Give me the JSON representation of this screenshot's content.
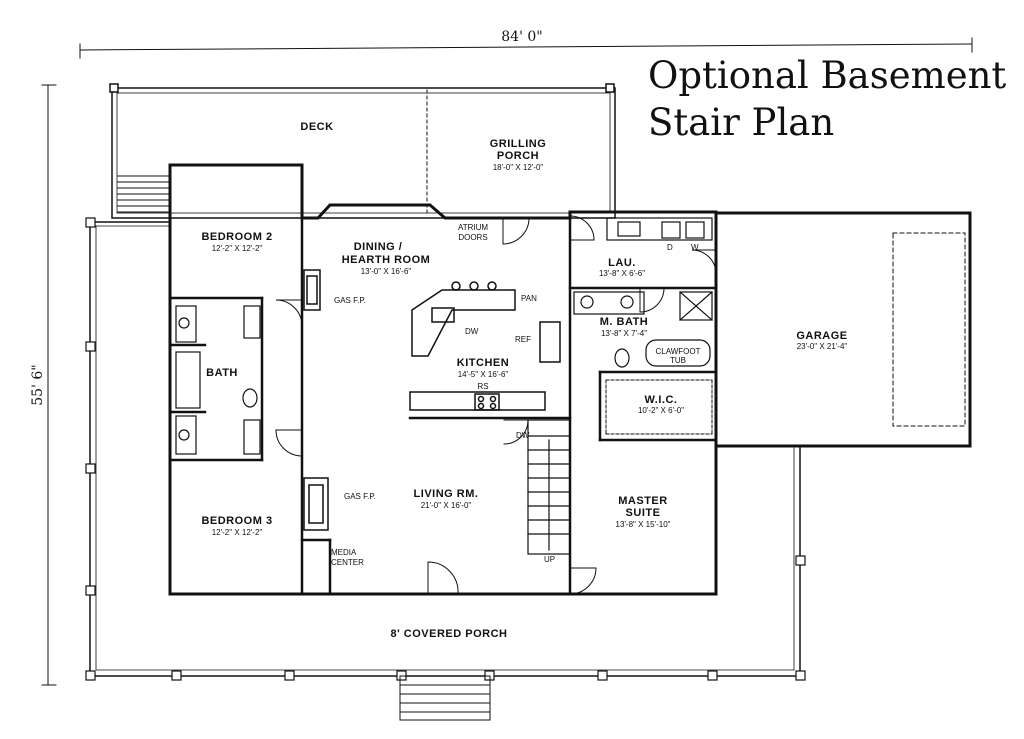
{
  "heading": {
    "line1": "Optional  Basement",
    "line2": "Stair Plan"
  },
  "dimensions": {
    "width": "84' 0\"",
    "depth": "55' 6\""
  },
  "rooms": {
    "deck": {
      "name": "DECK"
    },
    "grilling": {
      "name": "GRILLING",
      "name2": "PORCH",
      "size": "18'-0\" X 12'-0\""
    },
    "bedroom2": {
      "name": "BEDROOM 2",
      "size": "12'-2\" X 12'-2\""
    },
    "dining": {
      "name": "DINING /",
      "name2": "HEARTH ROOM",
      "size": "13'-0\" X 16'-6\""
    },
    "lau": {
      "name": "LAU.",
      "size": "13'-8\" X 6'-6\""
    },
    "mbath": {
      "name": "M. BATH",
      "size": "13'-8\" X 7'-4\""
    },
    "garage": {
      "name": "GARAGE",
      "size": "23'-0\" X 21'-4\""
    },
    "bath": {
      "name": "BATH"
    },
    "kitchen": {
      "name": "KITCHEN",
      "size": "14'-5\" X 16'-6\""
    },
    "wic": {
      "name": "W.I.C.",
      "size": "10'-2\" X 6'-0\""
    },
    "living": {
      "name": "LIVING RM.",
      "size": "21'-0\" X 16'-0\""
    },
    "master": {
      "name": "MASTER",
      "name2": "SUITE",
      "size": "13'-8\" X 15'-10\""
    },
    "bedroom3": {
      "name": "BEDROOM 3",
      "size": "12'-2\" X 12'-2\""
    },
    "porch": {
      "name": "8' COVERED PORCH"
    }
  },
  "notes": {
    "atrium": "ATRIUM",
    "doors": "DOORS",
    "gas_fp": "GAS F.P.",
    "pan": "PAN",
    "ref": "REF",
    "dw": "DW",
    "rs": "RS",
    "up": "UP",
    "media": "MEDIA",
    "center": "CENTER",
    "clawfoot": "CLAWFOOT",
    "tub": "TUB",
    "d": "D",
    "w": "W"
  }
}
